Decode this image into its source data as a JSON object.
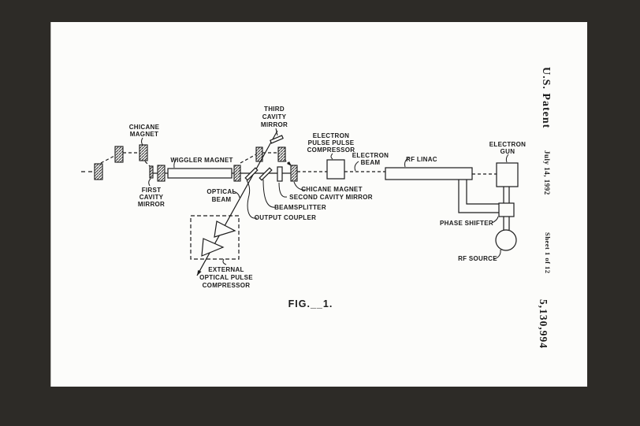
{
  "page": {
    "margin": {
      "patent_label": "U.S. Patent",
      "date": "July 14, 1992",
      "sheet": "Sheet 1 of 12",
      "patent_number": "5,130,994"
    },
    "figure_label": "FIG.__1."
  },
  "diagram": {
    "labels": {
      "chicane_magnet_left": [
        "CHICANE",
        "MAGNET"
      ],
      "first_cavity_mirror": [
        "FIRST",
        "CAVITY",
        "MIRROR"
      ],
      "wiggler_magnet": "WIGGLER MAGNET",
      "optical_beam": [
        "OPTICAL",
        "BEAM"
      ],
      "third_cavity_mirror": [
        "THIRD",
        "CAVITY",
        "MIRROR"
      ],
      "electron_pulse_compressor": [
        "ELECTRON",
        "PULSE PULSE",
        "COMPRESSOR"
      ],
      "electron_beam": [
        "ELECTRON",
        "BEAM"
      ],
      "chicane_magnet_center": "CHICANE MAGNET",
      "second_cavity_mirror": "SECOND CAVITY MIRROR",
      "beamsplitter": "BEAMSPLITTER",
      "output_coupler": "OUTPUT COUPLER",
      "external_compressor": [
        "EXTERNAL",
        "OPTICAL PULSE",
        "COMPRESSOR"
      ],
      "rf_linac": "RF LINAC",
      "electron_gun": [
        "ELECTRON",
        "GUN"
      ],
      "phase_shifter": "PHASE SHIFTER",
      "rf_source": "RF SOURCE"
    },
    "colors": {
      "ink": "#1b1b1b",
      "paper": "#fcfcfa",
      "backdrop": "#2d2b27"
    }
  }
}
